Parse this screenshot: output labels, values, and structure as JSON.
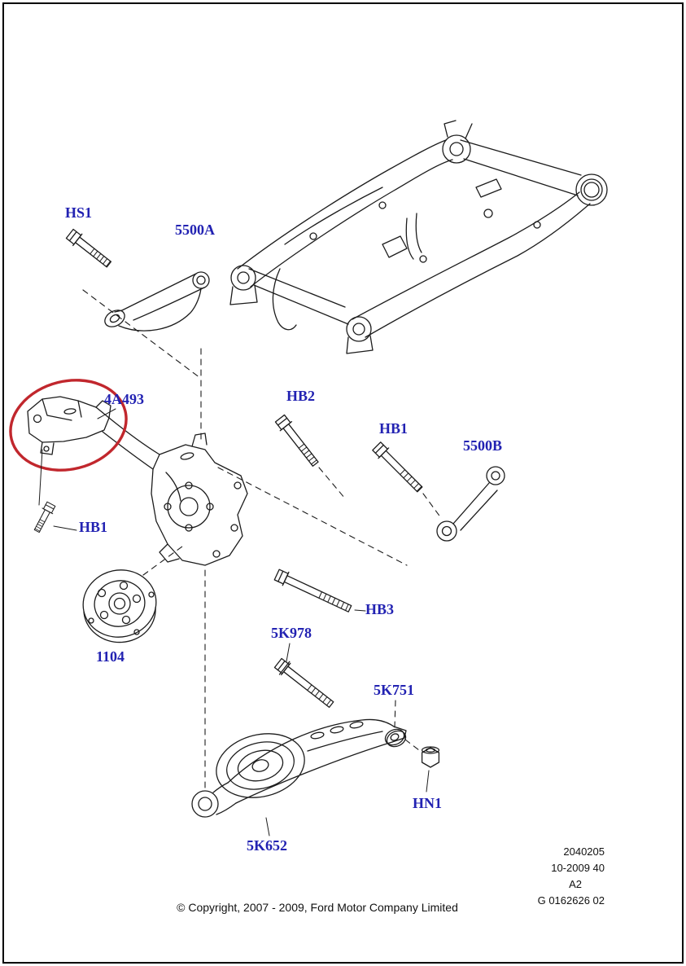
{
  "document": {
    "copyright": "© Copyright, 2007 - 2009, Ford Motor Company Limited",
    "footer": {
      "catalog_number": "2040205",
      "date_code": "10-2009 40",
      "sheet_code": "A2",
      "figure_number": "G 0162626 02"
    }
  },
  "part_labels": [
    {
      "id": "hs1",
      "text": "HS1"
    },
    {
      "id": "5500a",
      "text": "5500A"
    },
    {
      "id": "4a493",
      "text": "4A493"
    },
    {
      "id": "hb2",
      "text": "HB2"
    },
    {
      "id": "hb1-right",
      "text": "HB1"
    },
    {
      "id": "5500b",
      "text": "5500B"
    },
    {
      "id": "hb1-left",
      "text": "HB1"
    },
    {
      "id": "hb3",
      "text": "HB3"
    },
    {
      "id": "1104",
      "text": "1104"
    },
    {
      "id": "5k978",
      "text": "5K978"
    },
    {
      "id": "5k751",
      "text": "5K751"
    },
    {
      "id": "hn1",
      "text": "HN1"
    },
    {
      "id": "5k652",
      "text": "5K652"
    }
  ],
  "highlight": {
    "shape": "ellipse",
    "color": "#c1272d",
    "around_part": "4A493"
  },
  "colors": {
    "label_text": "#2222b2",
    "line_art": "#1c1c1c",
    "background": "#ffffff"
  }
}
